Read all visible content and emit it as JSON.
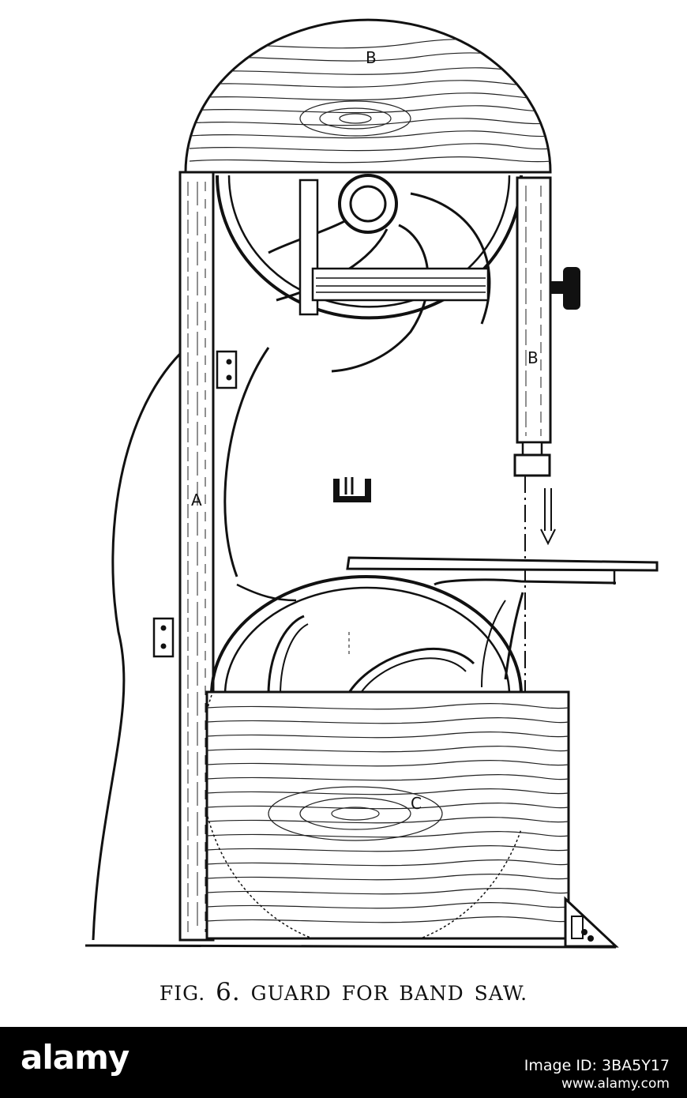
{
  "labels": {
    "top_wheel_guard": "B",
    "side_guard": "B",
    "column": "A",
    "lower_box": "C"
  },
  "caption": {
    "fig": "FIG.",
    "number": "6.",
    "text": "GUARD FOR BAND SAW."
  },
  "watermark": {
    "brand": "alamy",
    "image_id": "Image ID: 3BA5Y17",
    "site": "www.alamy.com"
  },
  "colors": {
    "ink": "#111111",
    "paper": "#ffffff",
    "bar": "#000000"
  }
}
